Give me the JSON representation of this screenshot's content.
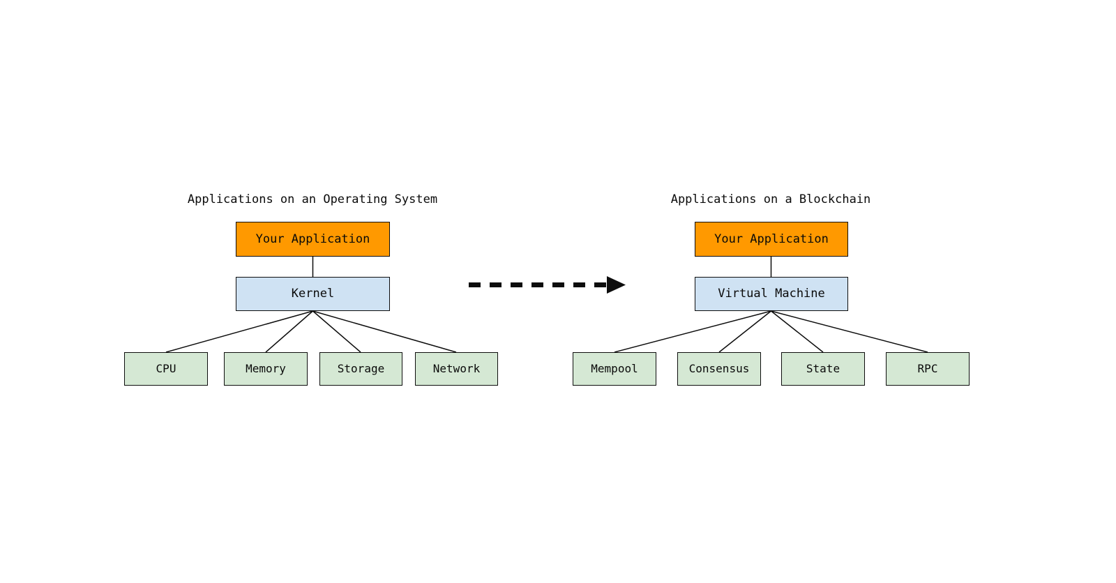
{
  "diagram": {
    "type": "comparison-tree",
    "background": "#ffffff",
    "palette": {
      "application": "#ff9900",
      "layer": "#cfe2f3",
      "resource": "#d5e8d4",
      "stroke": "#0d0d0d",
      "text": "#0a0a0a"
    },
    "groups": [
      {
        "id": "operating-system",
        "title": "Applications on an Operating System",
        "application": {
          "label": "Your Application"
        },
        "layer": {
          "label": "Kernel"
        },
        "leaves": [
          {
            "label": "CPU"
          },
          {
            "label": "Memory"
          },
          {
            "label": "Storage"
          },
          {
            "label": "Network"
          }
        ]
      },
      {
        "id": "blockchain",
        "title": "Applications on a Blockchain",
        "application": {
          "label": "Your Application"
        },
        "layer": {
          "label": "Virtual Machine"
        },
        "leaves": [
          {
            "label": "Mempool"
          },
          {
            "label": "Consensus"
          },
          {
            "label": "State"
          },
          {
            "label": "RPC"
          }
        ]
      }
    ],
    "transition_arrow": {
      "style": "dashed",
      "direction": "left-to-right",
      "label": ""
    }
  }
}
